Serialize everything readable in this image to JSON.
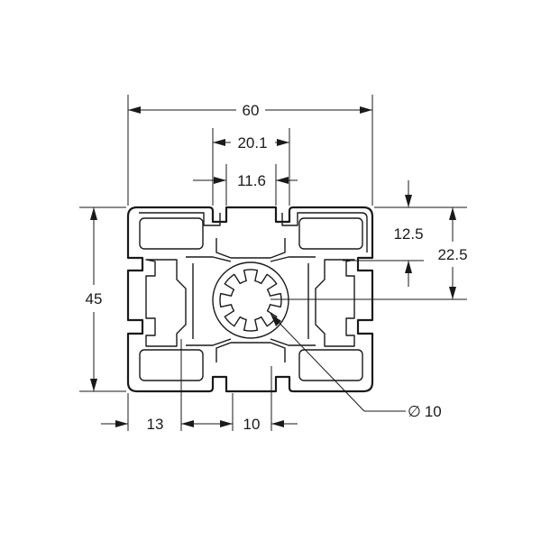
{
  "diagram": {
    "dimensions": {
      "overall_width": "60",
      "slot_outer_width": "20.1",
      "slot_opening": "11.6",
      "overall_height": "45",
      "half_height": "22.5",
      "slot_offset": "12.5",
      "wall_left": "13",
      "slot_pitch": "10",
      "bore_diameter": "10"
    },
    "symbols": {
      "diameter": "∅"
    },
    "colors": {
      "line": "#1a1a1a",
      "background": "#ffffff"
    }
  }
}
